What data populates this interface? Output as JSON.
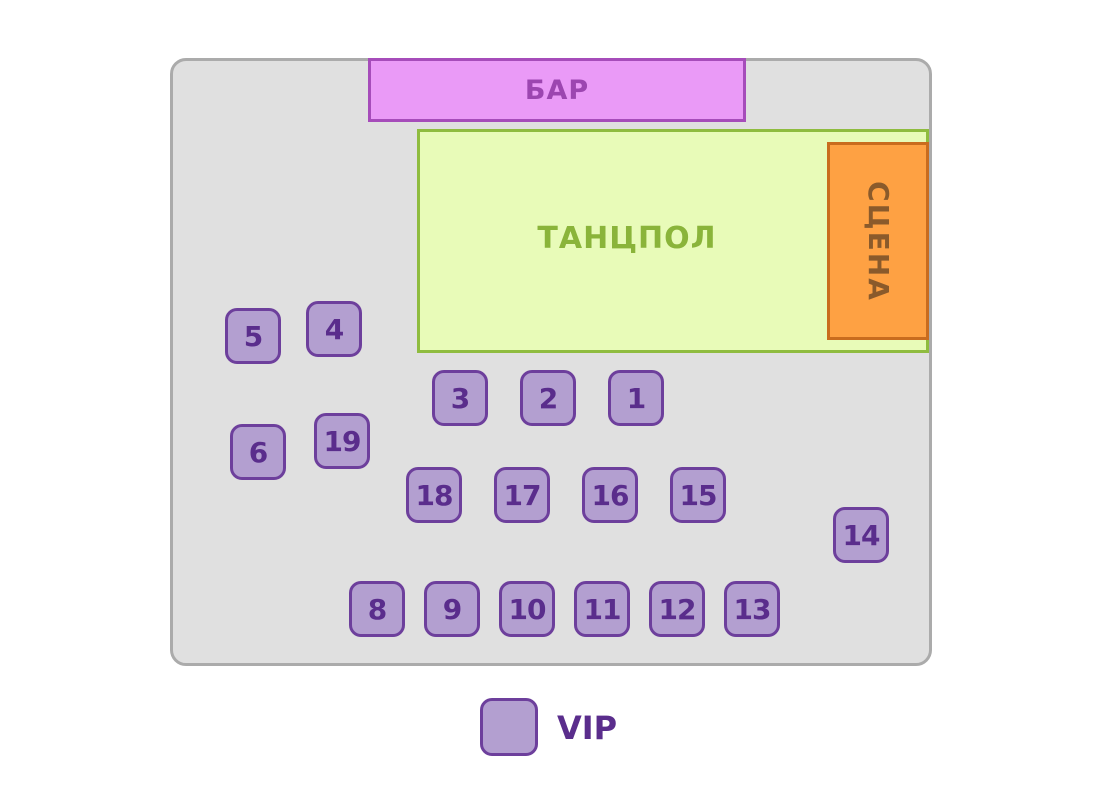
{
  "zones": {
    "bar": "БАР",
    "dance_floor": "ТАНЦПОЛ",
    "stage": "СЦЕНА"
  },
  "tables": [
    {
      "label": "5"
    },
    {
      "label": "4"
    },
    {
      "label": "3"
    },
    {
      "label": "2"
    },
    {
      "label": "1"
    },
    {
      "label": "6"
    },
    {
      "label": "19"
    },
    {
      "label": "18"
    },
    {
      "label": "17"
    },
    {
      "label": "16"
    },
    {
      "label": "15"
    },
    {
      "label": "14"
    },
    {
      "label": "8"
    },
    {
      "label": "9"
    },
    {
      "label": "10"
    },
    {
      "label": "11"
    },
    {
      "label": "12"
    },
    {
      "label": "13"
    }
  ],
  "legend": {
    "vip": "VIP"
  },
  "colors": {
    "table_fill": "#b39fd0",
    "table_border": "#6d3f9c",
    "bar_fill": "#ea9af7",
    "dance_fill": "#e8fbb8",
    "stage_fill": "#fea143",
    "floor_fill": "#e0e0e0"
  }
}
